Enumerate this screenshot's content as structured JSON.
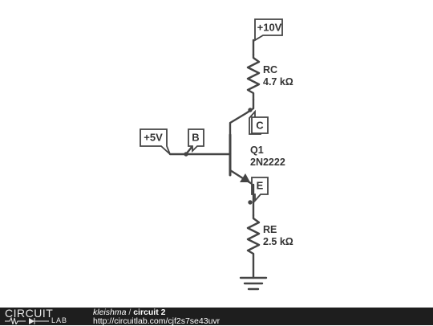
{
  "nodes": {
    "vcc": "+10V",
    "vin": "+5V",
    "base": "B",
    "collector": "C",
    "emitter": "E"
  },
  "components": {
    "rc": {
      "name": "RC",
      "value": "4.7 kΩ"
    },
    "re": {
      "name": "RE",
      "value": "2.5 kΩ"
    },
    "q1": {
      "name": "Q1",
      "part": "2N2222"
    }
  },
  "footer": {
    "logo_top": "CIRCUIT",
    "logo_bottom": "LAB",
    "author": "kleishma",
    "separator": "/",
    "title": "circuit 2",
    "url": "http://circuitlab.com/cjf2s7se43uvr"
  },
  "colors": {
    "wire": "#444444",
    "footer_bg": "#1e1e1e"
  }
}
